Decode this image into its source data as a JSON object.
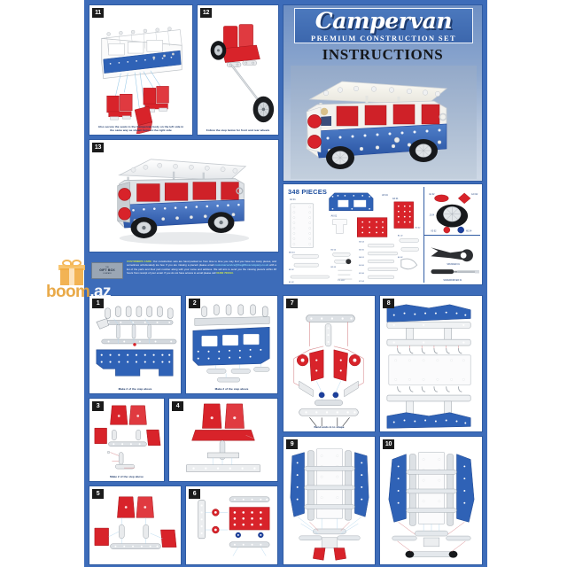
{
  "document": {
    "type": "construction-set-instruction-sheet",
    "title": "Campervan",
    "subtitle": "PREMIUM CONSTRUCTION SET",
    "heading": "INSTRUCTIONS",
    "piece_count_label": "348 PIECES",
    "background_color": "#3d6cb9",
    "accent_red": "#d8232a",
    "accent_blue": "#2f5ba3"
  },
  "watermark": {
    "text_primary": "boom",
    "text_secondary": ".az",
    "icon": "gift-box-icon",
    "color_primary": "#e8a33a",
    "color_secondary": "#ffffff"
  },
  "legal": {
    "logo_line1": "THE",
    "logo_line2": "GIFT BOX",
    "logo_line3": "COMPANY",
    "text_lead": "CUSTOMERS CARE:",
    "text_body": " Our construction sets are hand packed so from time to time you may find you have too many pieces, and sometimes unfortunately too few. If you are missing a piece/s please email",
    "email": " customerservice@thegiftboxcompany.co.uk",
    "text_body2": " with a list of the parts and their part number along with your name and address. We will aim to send you the missing piece/s within 48 hours from receipt of your email. If you do not have access to email please call",
    "phone": " 01282 700013."
  },
  "top_panels": [
    {
      "number": "11",
      "name": "seat-assembly-to-body",
      "caption": "Also secure the seats to the Campervan body on the left side in the same way as shown here on the right side"
    },
    {
      "number": "12",
      "name": "axle-wheel-assembly",
      "caption": "Follow the step below for front and rear wheels"
    },
    {
      "number": "13",
      "name": "finished-model-photo",
      "caption": ""
    }
  ],
  "bottom_panels": [
    {
      "number": "1",
      "name": "side-panel-build",
      "caption": "Make 2 of the step above"
    },
    {
      "number": "2",
      "name": "side-panel-assembly",
      "caption": "Make 2 of the step above"
    },
    {
      "number": "3",
      "name": "seat-pair-build",
      "caption": "Make 2 of the step above"
    },
    {
      "number": "4",
      "name": "seat-mount-build",
      "caption": ""
    },
    {
      "number": "5",
      "name": "seat-bench-build",
      "caption": ""
    },
    {
      "number": "6",
      "name": "grille-plate-build",
      "caption": ""
    },
    {
      "number": "7",
      "name": "front-end-build",
      "caption": "Bend ends in to shape"
    },
    {
      "number": "8",
      "name": "roof-frame-build",
      "caption": ""
    },
    {
      "number": "9",
      "name": "floor-chassis-build",
      "caption": ""
    },
    {
      "number": "10",
      "name": "chassis-bumper-build",
      "caption": ""
    }
  ],
  "parts_list": {
    "count": "348 PIECES",
    "groups": [
      {
        "name": "large-plates",
        "labels": [
          "A2 01",
          "A2 02",
          "A5 04",
          "A6 01"
        ]
      },
      {
        "name": "strips",
        "labels": [
          "B8 011",
          "B2 02",
          "C1 02",
          "E2 02",
          "E4 02"
        ]
      },
      {
        "name": "angle-brackets",
        "labels": [
          "B2 04",
          "B2 05",
          "B2 06",
          "B2 06",
          "E7 04"
        ]
      },
      {
        "name": "fasteners",
        "labels": [
          "P1 0117",
          "B1 021",
          "B4 05",
          "E1 01"
        ]
      }
    ],
    "tools": [
      {
        "name": "wheel-tyre",
        "label": "J1 04"
      },
      {
        "name": "hub-disc",
        "label": "E2 02"
      },
      {
        "name": "spacer-red",
        "label": "K5 02"
      },
      {
        "name": "spacer-blue",
        "label": "M2 04"
      },
      {
        "name": "spanner",
        "label": "SPANNER 01"
      },
      {
        "name": "screwdriver",
        "label": "SCREWDRIVER 01"
      }
    ]
  }
}
